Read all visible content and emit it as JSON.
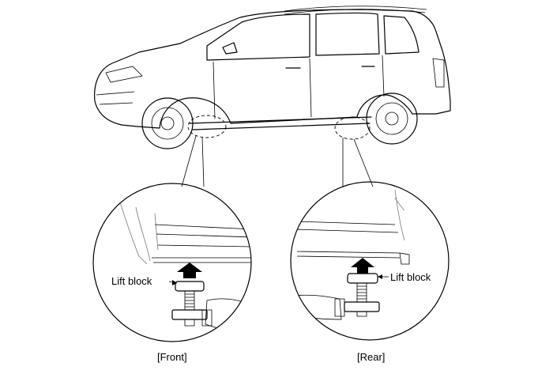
{
  "labels": {
    "lift_block_front": "Lift block",
    "lift_block_rear": "Lift block",
    "caption_front": "[Front]",
    "caption_rear": "[Rear]"
  }
}
